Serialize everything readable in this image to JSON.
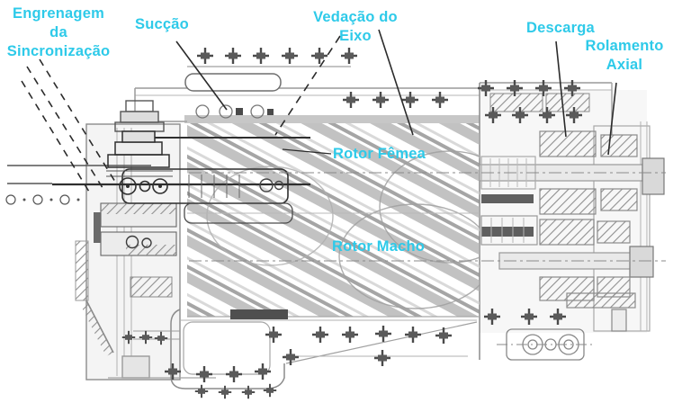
{
  "accent_color": "#2ecae9",
  "ink_color": "#2b2b2b",
  "labels": {
    "sync_gear": "Engrenagem da\nSincronização",
    "suction": "Sucção",
    "shaft_seal": "Vedação do Eixo",
    "discharge": "Descarga",
    "axial_bearing": "Rolamento\nAxial",
    "female_rotor": "Rotor Fêmea",
    "male_rotor": "Rotor Macho"
  }
}
